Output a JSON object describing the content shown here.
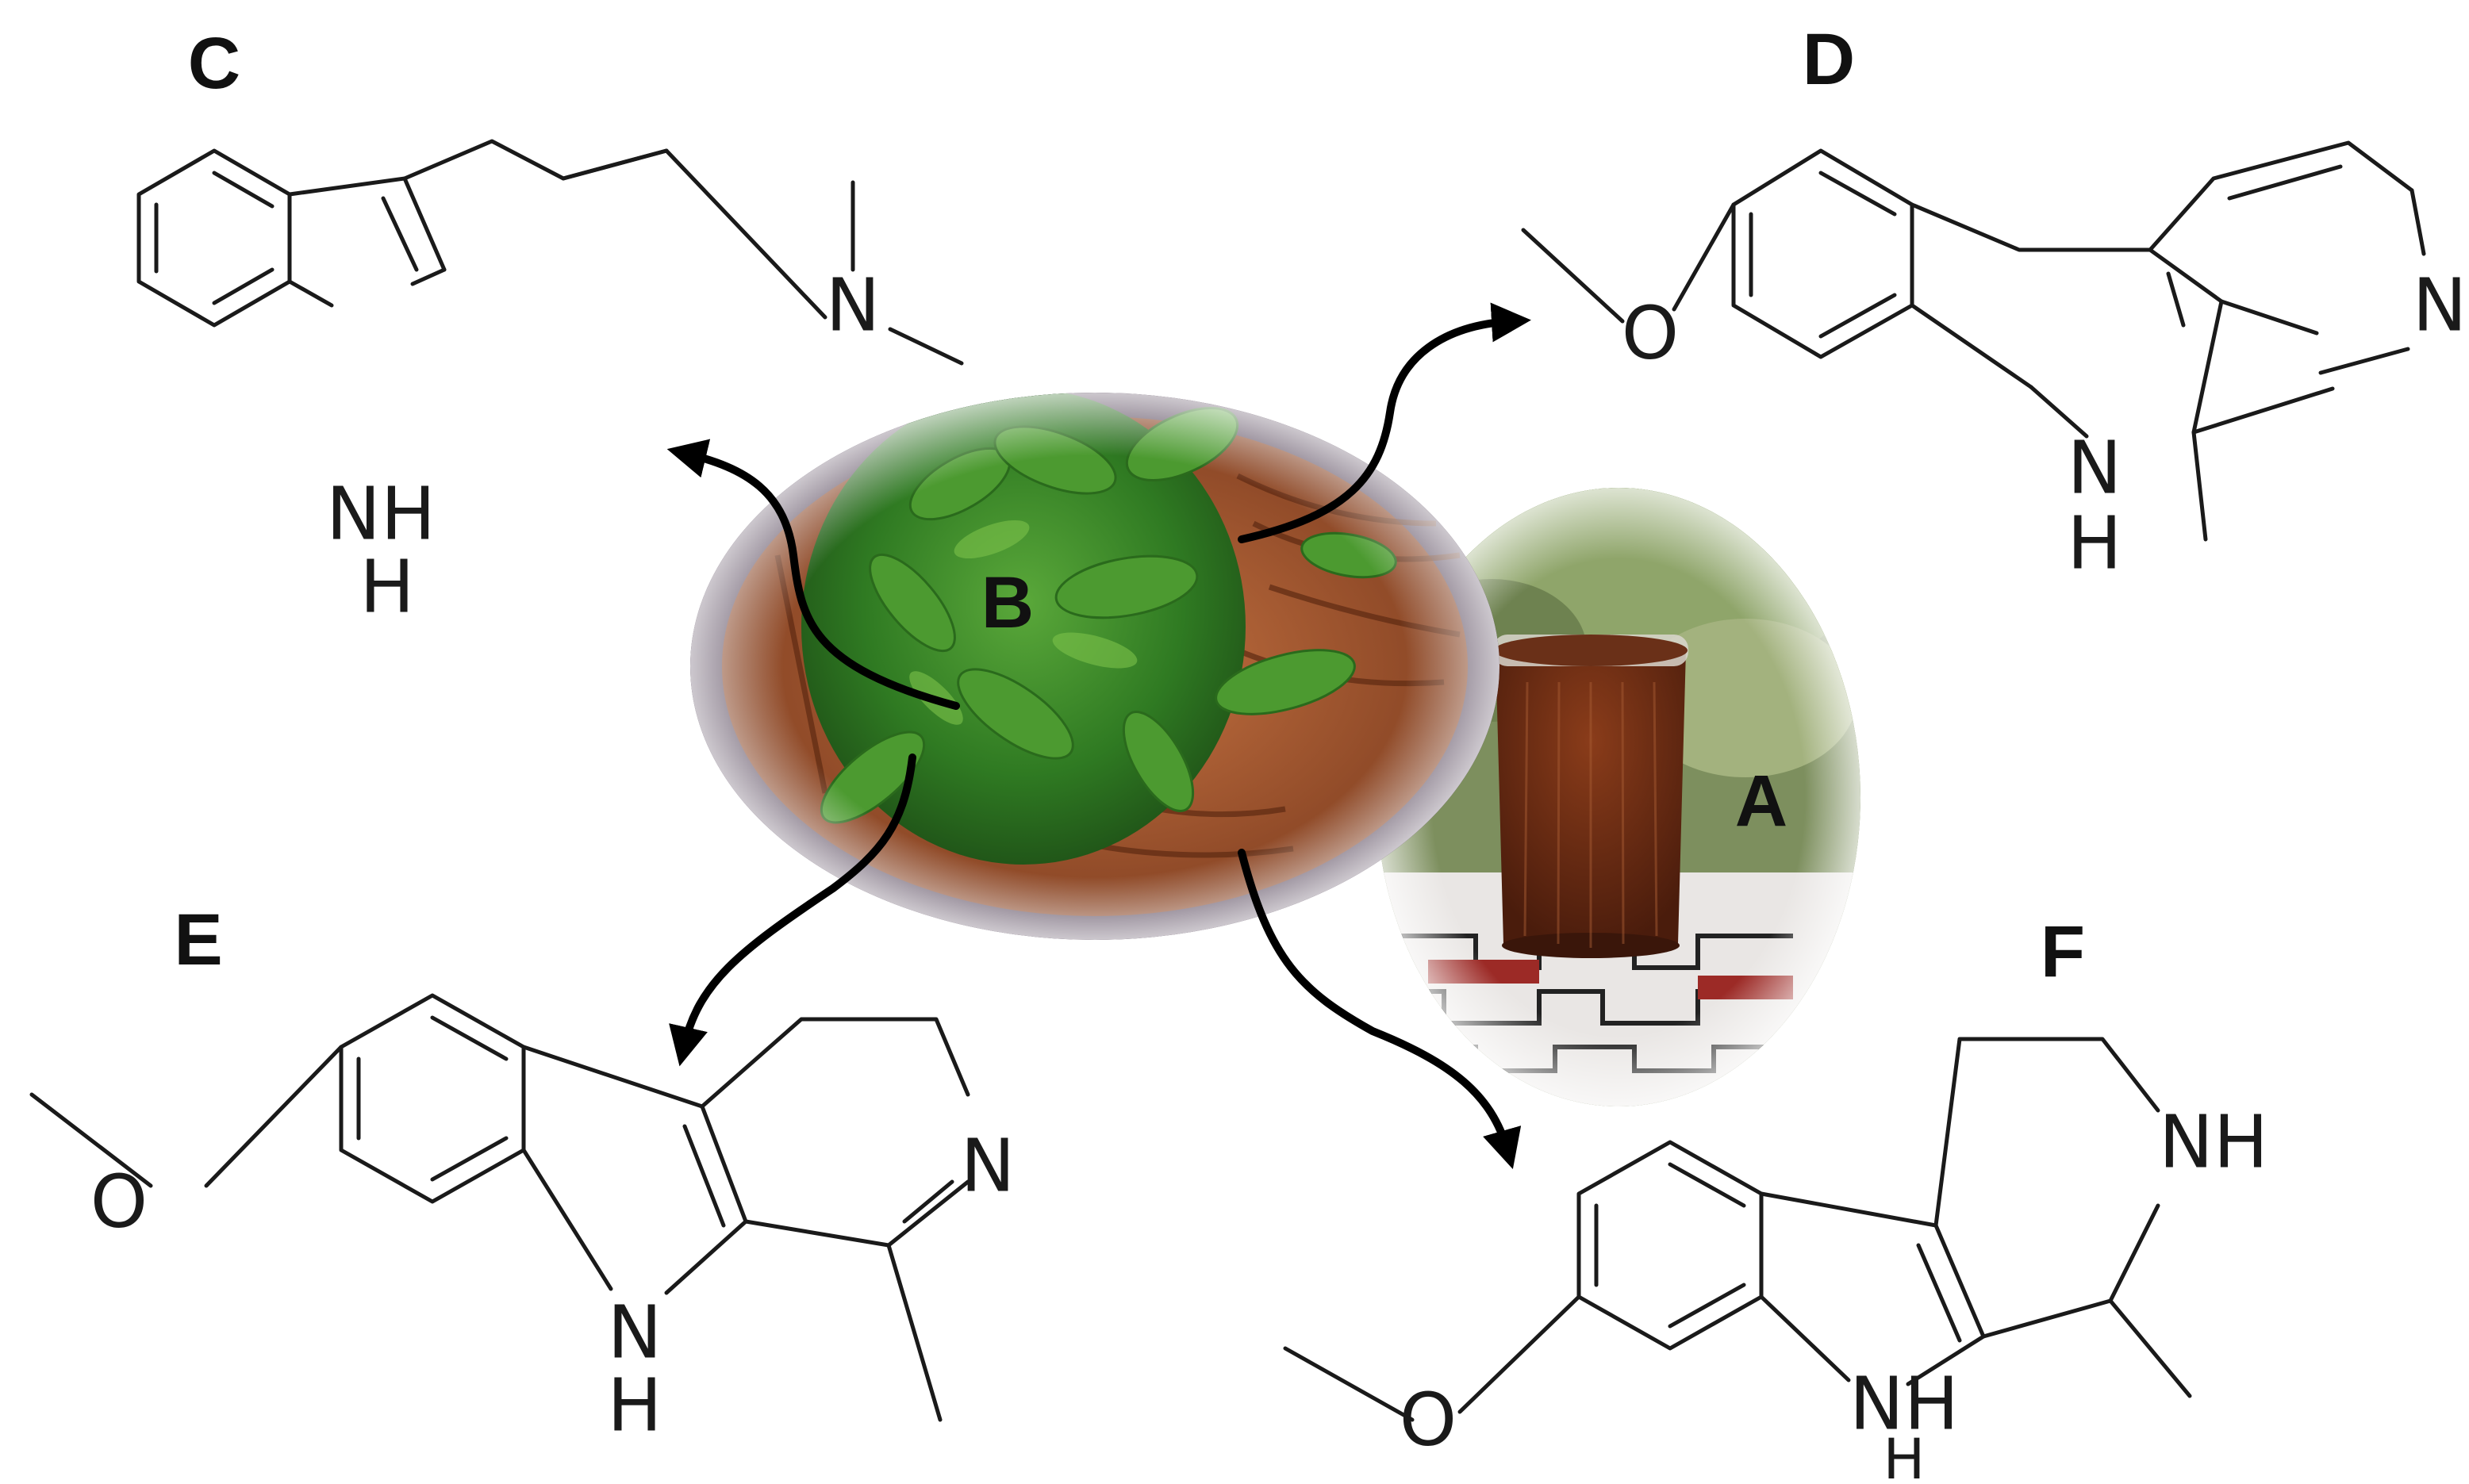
{
  "panel_labels": {
    "A": "A",
    "B": "B",
    "C": "C",
    "D": "D",
    "E": "E",
    "F": "F"
  },
  "atoms": {
    "N": "N",
    "H": "H",
    "NH": "NH",
    "O": "O"
  },
  "colors": {
    "ink": "#1a1a1a",
    "arrow": "#000000",
    "leaf_green": "#3e8a2a",
    "bark_brown": "#a0552c",
    "brew": "#6b2e14"
  },
  "photos": {
    "B_subject": "leaves-and-vine-basket",
    "A_subject": "brew-glass"
  }
}
